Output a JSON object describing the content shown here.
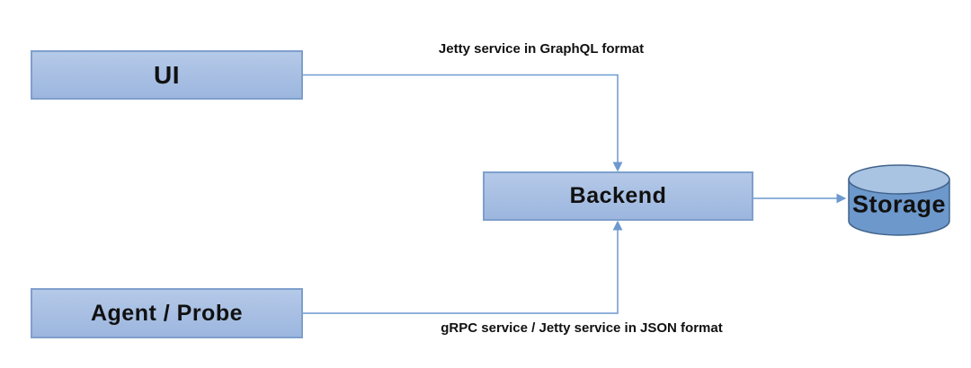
{
  "diagram": {
    "colors": {
      "nodeFillTop": "#b5c9e8",
      "nodeFillBottom": "#9cb6de",
      "nodeBorder": "#7e9fcd",
      "cylinderBody": "#6d98cb",
      "cylinderTop": "#a9c3e2",
      "cylinderBorder": "#40638c",
      "connector": "#6d99d0",
      "text": "#111111",
      "background": "#ffffff"
    },
    "nodes": [
      {
        "id": "ui",
        "label": "UI",
        "shape": "rect"
      },
      {
        "id": "backend",
        "label": "Backend",
        "shape": "rect"
      },
      {
        "id": "agent-probe",
        "label": "Agent / Probe",
        "shape": "rect"
      },
      {
        "id": "storage",
        "label": "Storage",
        "shape": "cylinder"
      }
    ],
    "edges": [
      {
        "from": "ui",
        "to": "backend",
        "label": "Jetty service in GraphQL format"
      },
      {
        "from": "agent-probe",
        "to": "backend",
        "label": "gRPC service / Jetty service in JSON format"
      },
      {
        "from": "backend",
        "to": "storage",
        "label": ""
      }
    ]
  }
}
